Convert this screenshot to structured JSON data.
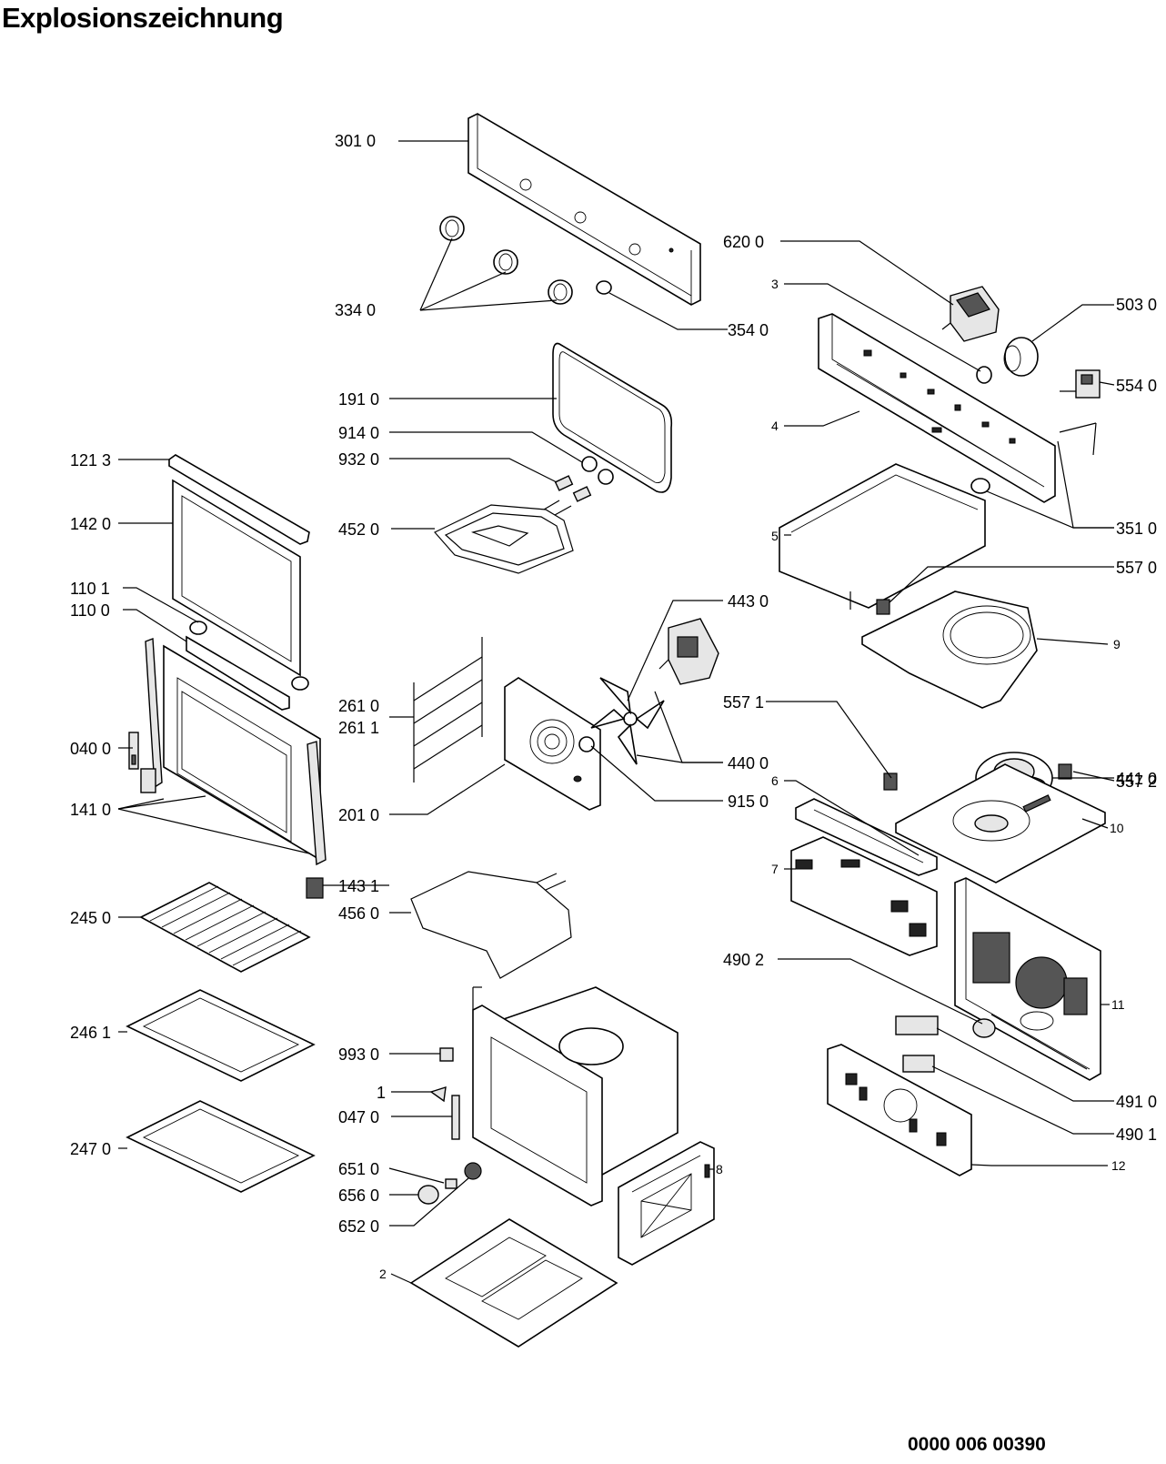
{
  "title": "Explosionszeichnung",
  "document_number": "0000 006 00390",
  "labels": {
    "l3010": "301 0",
    "l3340": "334 0",
    "l3540": "354 0",
    "l6200": "620 0",
    "l3": "3",
    "l5030": "503 0",
    "l5540": "554 0",
    "l4": "4",
    "l1910": "191 0",
    "l9140": "914 0",
    "l9320": "932 0",
    "l4520": "452 0",
    "l1213": "121 3",
    "l1420": "142 0",
    "l5": "5",
    "l3510": "351 0",
    "l5570": "557 0",
    "l1101": "110 1",
    "l1100": "110 0",
    "l4430": "443 0",
    "l9": "9",
    "l2610": "261 0",
    "l2611": "261 1",
    "l5571": "557 1",
    "l4410": "441 0",
    "l0400": "040 0",
    "l6": "6",
    "l4400": "440 0",
    "l5572": "557 2",
    "l1410": "141 0",
    "l2010": "201 0",
    "l9150": "915 0",
    "l10": "10",
    "l1431": "143 1",
    "l7": "7",
    "l2450": "245 0",
    "l4560": "456 0",
    "l4902": "490 2",
    "l11": "11",
    "l2461": "246 1",
    "l9930": "993 0",
    "l1": "1",
    "l0470": "047 0",
    "l4910": "491 0",
    "l4901": "490 1",
    "l2470": "247 0",
    "l6510": "651 0",
    "l8": "8",
    "l12": "12",
    "l6560": "656 0",
    "l6520": "652 0",
    "l2": "2"
  }
}
